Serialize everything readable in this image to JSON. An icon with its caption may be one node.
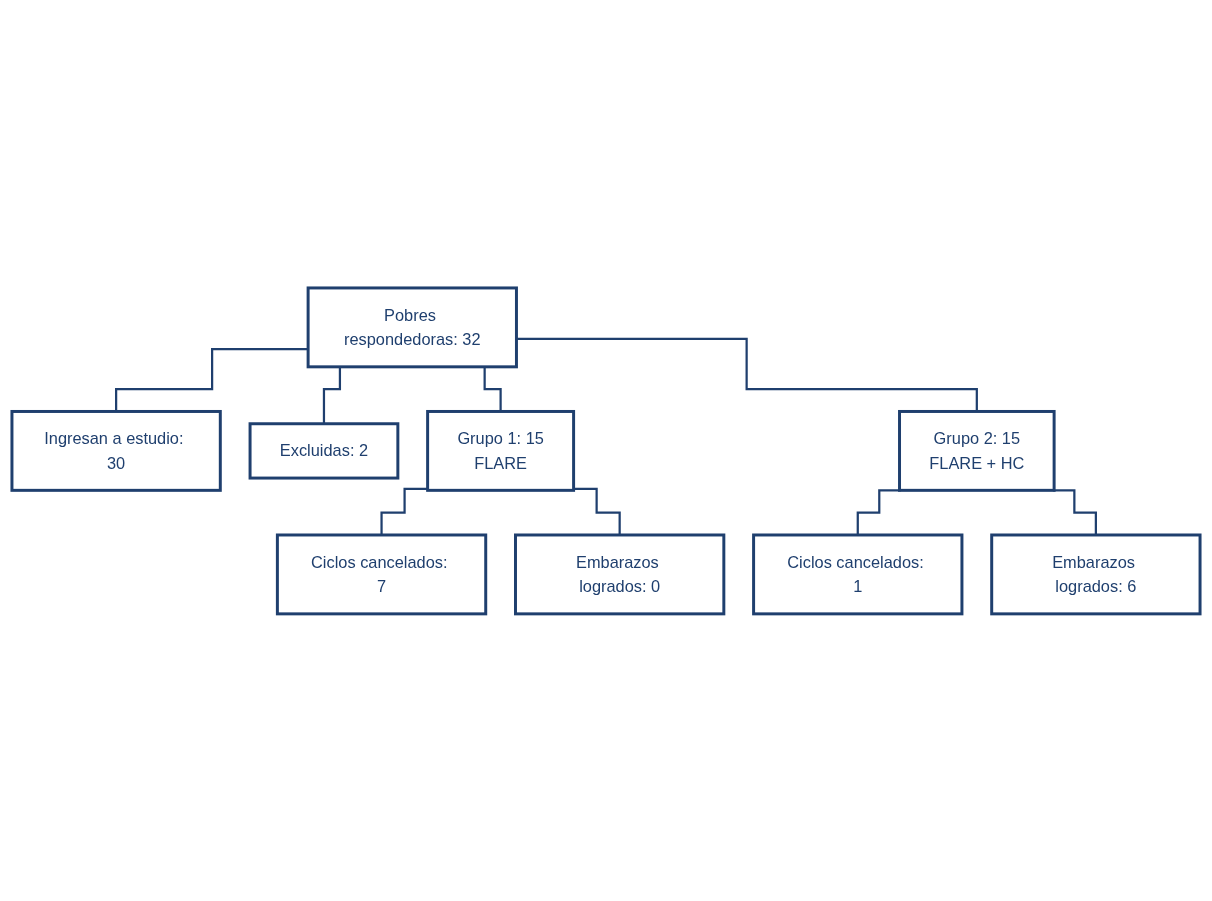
{
  "diagram": {
    "nodes": [
      {
        "text": [
          "Pobres respondedoras: 32"
        ]
      },
      {
        "text": [
          "Ingresan a estudio: 30"
        ]
      },
      {
        "text": [
          "Excluidas: 2"
        ]
      },
      {
        "text": [
          "Grupo 1: 15",
          "FLARE"
        ]
      },
      {
        "text": [
          "Grupo 2: 15",
          "FLARE + HC"
        ]
      },
      {
        "text": [
          "Ciclos cancelados: 7"
        ]
      },
      {
        "text": [
          "Embarazos logrados: 0"
        ]
      },
      {
        "text": [
          "Ciclos cancelados: 1"
        ]
      },
      {
        "text": [
          "Embarazos logrados: 6"
        ]
      }
    ],
    "edges": [
      {
        "from": 0,
        "to": 1,
        "arrow": "none"
      },
      {
        "from": 0,
        "to": 2,
        "arrow": "none"
      },
      {
        "from": 0,
        "to": 3,
        "arrow": "none"
      },
      {
        "from": 0,
        "to": 4,
        "arrow": "none"
      },
      {
        "from": 3,
        "to": 5,
        "arrow": "none"
      },
      {
        "from": 3,
        "to": 6,
        "arrow": "none"
      },
      {
        "from": 4,
        "to": 7,
        "arrow": "none"
      },
      {
        "from": 4,
        "to": 8,
        "arrow": "none"
      }
    ]
  }
}
